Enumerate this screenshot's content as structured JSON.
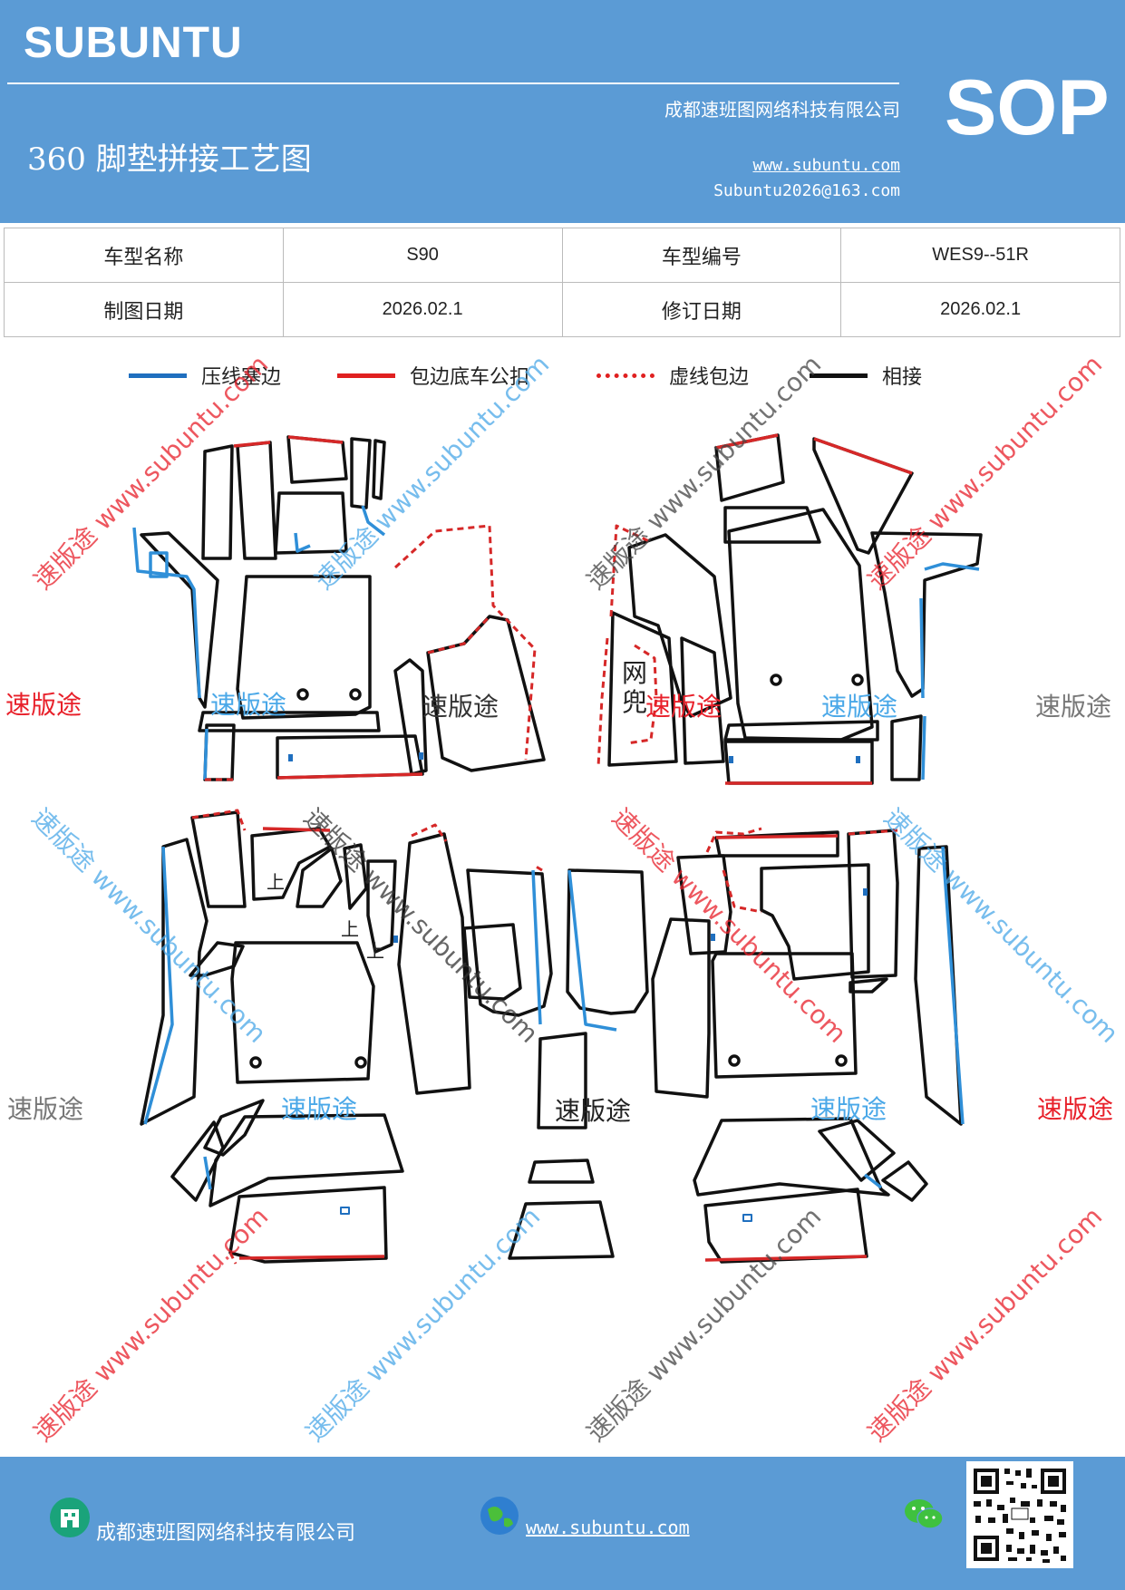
{
  "header": {
    "brand": "SUBUNTU",
    "company": "成都速班图网络科技有限公司",
    "title": "360 脚垫拼接工艺图",
    "website": "www.subuntu.com",
    "email": "Subuntu2026@163.com",
    "badge": "SOP"
  },
  "info": {
    "model_name_label": "车型名称",
    "model_name": "S90",
    "model_code_label": "车型编号",
    "model_code": "WES9--51R",
    "draw_date_label": "制图日期",
    "draw_date": "2026.02.1",
    "revise_date_label": "修订日期",
    "revise_date": "2026.02.1"
  },
  "legend": [
    {
      "label": "压线塞边",
      "color": "#1f6fbf",
      "style": "solid"
    },
    {
      "label": "包边底车公扣",
      "color": "#e02020",
      "style": "solid"
    },
    {
      "label": "虚线包边",
      "color": "#e02020",
      "style": "dashed"
    },
    {
      "label": "相接",
      "color": "#111111",
      "style": "solid"
    }
  ],
  "diagram_labels": {
    "net_pocket_1": "网",
    "net_pocket_2": "兜",
    "up_mark": "上",
    "watermark_cn": "速版途",
    "watermark_diag": "速版途 www.subuntu.com"
  },
  "footer": {
    "company": "成都速班图网络科技有限公司",
    "website": "www.subuntu.com"
  },
  "colors": {
    "header_bg": "#5b9bd5",
    "blue_edge": "#2f8fd8",
    "red_edge": "#d62828",
    "outline": "#111111"
  }
}
